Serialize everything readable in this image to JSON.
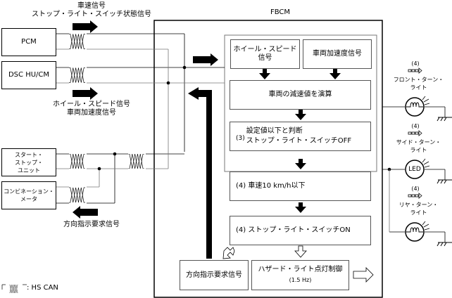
{
  "title": "FBCM",
  "modules": {
    "pcm": "PCM",
    "dsc": "DSC HU/CM",
    "start_stop_1": "スタート・",
    "start_stop_2": "ストップ・",
    "start_stop_3": "ユニット",
    "combi_1": "コンビネーション・",
    "combi_2": "メータ"
  },
  "signals": {
    "top_1": "車速信号",
    "top_2": "ストップ・ライト・スイッチ状態信号",
    "mid_1": "ホイール・スピード信号",
    "mid_2": "車両加速度信号",
    "bottom": "方向指示要求信号"
  },
  "flow": {
    "wheel_1": "ホイール・スピード",
    "wheel_2": "信号",
    "accel": "車両加速度信号",
    "calc": "車両の減速値を演算",
    "step3_num": "(3)",
    "step3_1": "設定値以下と判断",
    "step3_2": "ストップ・ライト・スイッチOFF",
    "step4a": "(4) 車速10 km/h以下",
    "step4b": "(4) ストップ・ライト・スイッチON",
    "turn_req": "方向指示要求信号",
    "hazard_1": "ハザード・ライト点灯制御",
    "hazard_2": "(1.5 Hz)"
  },
  "lamps": [
    {
      "step": "(4)",
      "name_1": "フロント・ターン・",
      "name_2": "ライト",
      "type": "bulb"
    },
    {
      "step": "(4)",
      "name_1": "サイド・ターン・",
      "name_2": "ライト",
      "type": "LED",
      "symbol": "LED"
    },
    {
      "step": "(4)",
      "name_1": "リヤ・ターン・",
      "name_2": "ライト",
      "type": "bulb"
    }
  ],
  "legend": {
    "label": ": HS CAN"
  }
}
